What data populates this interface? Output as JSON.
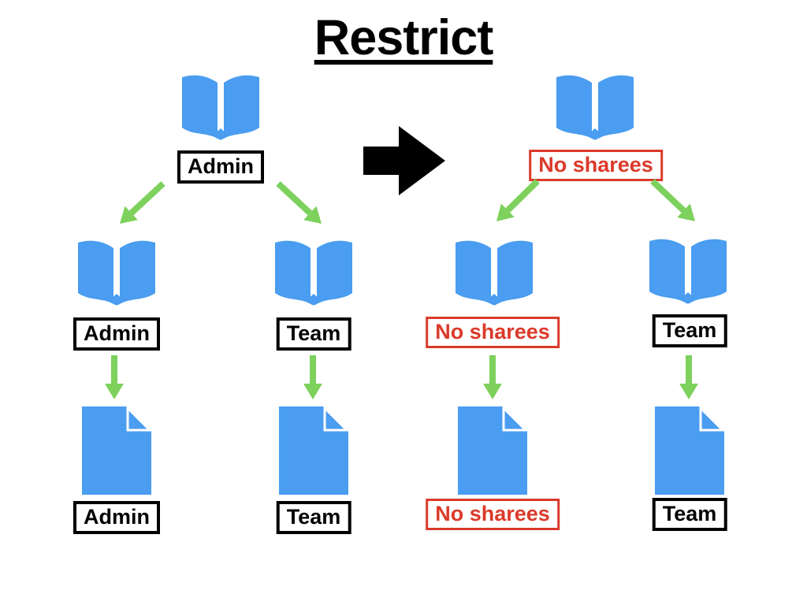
{
  "title": "Restrict",
  "colors": {
    "blue": "#4A9DF0",
    "green": "#7DD15C",
    "red": "#DB3A2A",
    "black": "#000000"
  },
  "before": {
    "root": {
      "label": "Admin"
    },
    "children": [
      {
        "label": "Admin"
      },
      {
        "label": "Team"
      }
    ],
    "docs": [
      {
        "label": "Admin"
      },
      {
        "label": "Team"
      }
    ]
  },
  "after": {
    "root": {
      "label": "No sharees"
    },
    "children": [
      {
        "label": "No sharees"
      },
      {
        "label": "Team"
      }
    ],
    "docs": [
      {
        "label": "No sharees"
      },
      {
        "label": "Team"
      }
    ]
  },
  "icons": {
    "book": "open-book-icon",
    "document": "document-icon",
    "green_arrow": "green-arrow-icon",
    "transform_arrow": "black-right-arrow-icon"
  }
}
